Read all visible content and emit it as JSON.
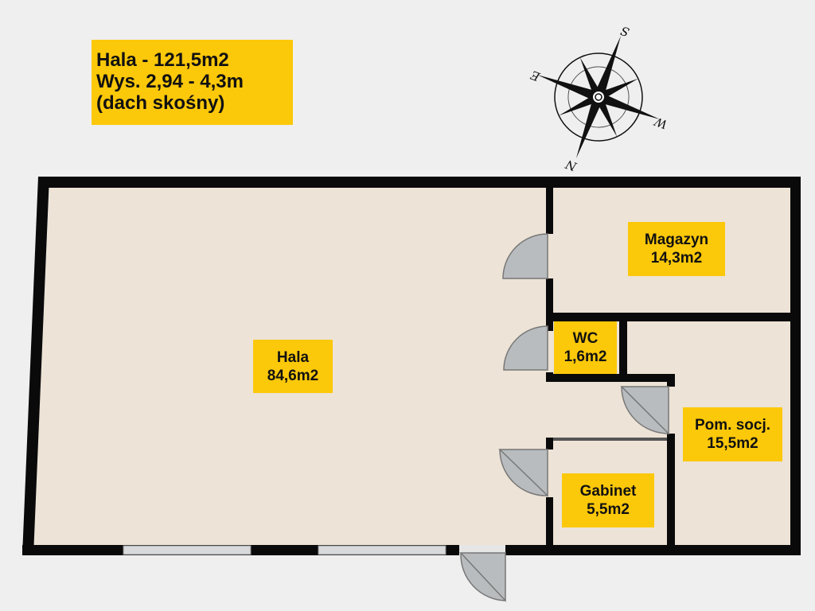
{
  "summary": {
    "line1": "Hala - 121,5m2",
    "line2": "Wys. 2,94 - 4,3m",
    "line3": "(dach skośny)"
  },
  "compass": {
    "n": "N",
    "s": "S",
    "e": "E",
    "w": "W"
  },
  "rooms": [
    {
      "name": "Hala",
      "area": "84,6m2"
    },
    {
      "name": "Magazyn",
      "area": "14,3m2"
    },
    {
      "name": "WC",
      "area": "1,6m2"
    },
    {
      "name": "Pom. socj.",
      "area": "15,5m2"
    },
    {
      "name": "Gabinet",
      "area": "5,5m2"
    }
  ],
  "colors": {
    "label": "#fcc80a",
    "floor": "#ede3d6",
    "wall": "#0a0a0a",
    "door": "#b9bcbe"
  }
}
